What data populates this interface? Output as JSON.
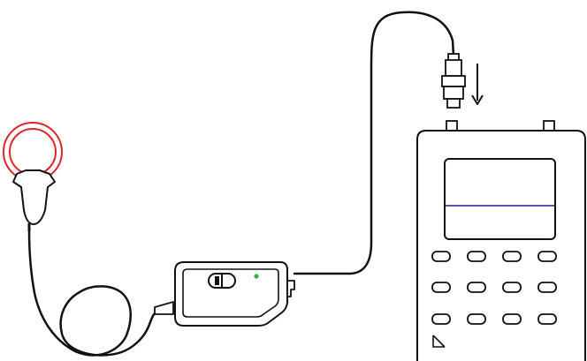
{
  "diagram": {
    "kind": "connection-illustration",
    "components": [
      {
        "id": "flexible-current-probe",
        "icon": "current-clamp-loop-icon"
      },
      {
        "id": "probe-adapter-box",
        "icon": "adapter-module-icon"
      },
      {
        "id": "bnc-connector",
        "icon": "bnc-plug-icon"
      },
      {
        "id": "handheld-instrument",
        "icon": "oscilloscope-icon"
      }
    ],
    "connections": [
      {
        "from": "flexible-current-probe",
        "to": "probe-adapter-box"
      },
      {
        "from": "probe-adapter-box",
        "to": "bnc-connector"
      },
      {
        "from": "bnc-connector",
        "to": "handheld-instrument",
        "hint": "down-arrow-icon"
      }
    ],
    "colors": {
      "probe_loop": "#e0242b",
      "trace": "#2e1a8c",
      "indicator_led": "#2bb34a",
      "outline": "#111111",
      "background": "#ffffff"
    }
  }
}
